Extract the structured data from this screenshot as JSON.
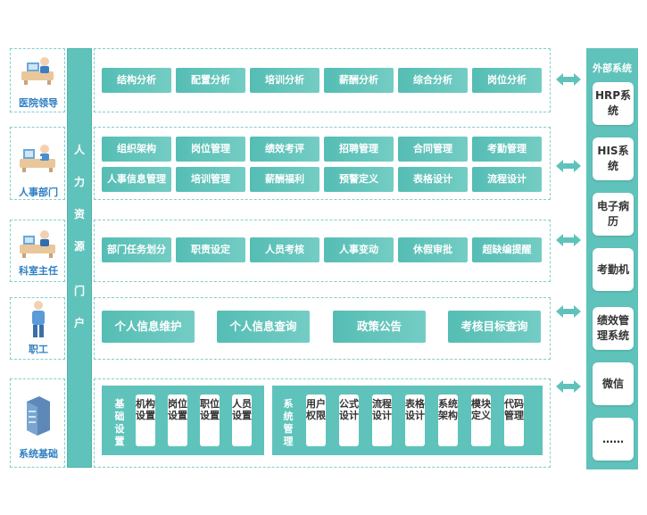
{
  "roles": [
    {
      "label": "医院领导",
      "icon": "leader-desk-icon"
    },
    {
      "label": "人事部门",
      "icon": "hr-desk-icon"
    },
    {
      "label": "科室主任",
      "icon": "director-desk-icon"
    },
    {
      "label": "职工",
      "icon": "staff-person-icon"
    },
    {
      "label": "系统基础",
      "icon": "server-icon"
    }
  ],
  "portal": {
    "chars": [
      "人",
      "力",
      "资",
      "源",
      "门",
      "户"
    ]
  },
  "rows": {
    "leader": [
      "结构分析",
      "配置分析",
      "培训分析",
      "薪酬分析",
      "综合分析",
      "岗位分析"
    ],
    "hr_row1": [
      "组织架构",
      "岗位管理",
      "绩效考评",
      "招聘管理",
      "合同管理",
      "考勤管理"
    ],
    "hr_row2": [
      "人事信息管理",
      "培训管理",
      "薪酬福利",
      "预警定义",
      "表格设计",
      "流程设计"
    ],
    "director": [
      "部门任务划分",
      "职责设定",
      "人员考核",
      "人事变动",
      "休假审批",
      "超缺编提醒"
    ],
    "staff": [
      "个人信息维护",
      "个人信息查询",
      "政策公告",
      "考核目标查询"
    ]
  },
  "base": {
    "group1_title": "基础设置",
    "group1_items": [
      "机构设置",
      "岗位设置",
      "职位设置",
      "人员设置"
    ],
    "group2_title": "系统管理",
    "group2_items": [
      "用户权限",
      "公式设计",
      "流程设计",
      "表格设计",
      "系统架构",
      "模块定义",
      "代码管理"
    ]
  },
  "external": {
    "title": "外部系统",
    "items": [
      "HRP系统",
      "HIS系统",
      "电子病历",
      "考勤机",
      "绩效管理系统",
      "微信",
      "……"
    ]
  },
  "colors": {
    "teal": "#5fc3bb",
    "role_text": "#2f7fc2",
    "border": "#7fd0cb"
  }
}
